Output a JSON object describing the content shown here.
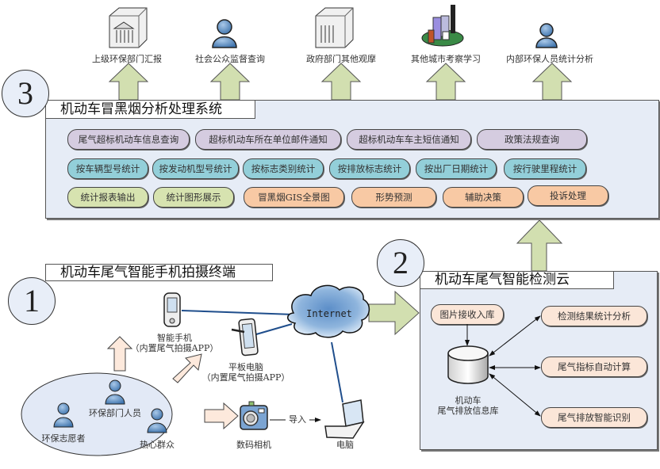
{
  "outputs": [
    {
      "label": "上级环保部门汇报",
      "icon": "government-building-icon"
    },
    {
      "label": "社会公众监督查询",
      "icon": "person-icon"
    },
    {
      "label": "政府部门其他观摩",
      "icon": "government-building-icon"
    },
    {
      "label": "其他城市考察学习",
      "icon": "city-buildings-icon"
    },
    {
      "label": "内部环保人员统计分析",
      "icon": "person-icon"
    }
  ],
  "system3": {
    "number": "3",
    "title": "机动车冒黑烟分析处理系统",
    "row1": [
      "尾气超标机动车信息查询",
      "超标机动车所在单位邮件通知",
      "超标机动车车主短信通知",
      "政策法规查询"
    ],
    "row2": [
      "按车辆型号统计",
      "按发动机型号统计",
      "按标志类别统计",
      "按排放标志统计",
      "按出厂日期统计",
      "按行驶里程统计"
    ],
    "row3": [
      "统计报表输出",
      "统计图形展示",
      "冒黑烟GIS全景图",
      "形势预测",
      "辅助决策",
      "投诉处理"
    ]
  },
  "terminal1": {
    "number": "1",
    "title": "机动车尾气智能手机拍摄终端",
    "smartphone": {
      "line1": "智能手机",
      "line2": "（内置尾气拍摄APP）"
    },
    "tablet": {
      "line1": "平板电脑",
      "line2": "（内置尾气拍摄APP）"
    },
    "camera": "数码相机",
    "computer": "电脑",
    "import_label": "导入",
    "internet": "Internet",
    "people": [
      "环保部门人员",
      "环保志愿者",
      "热心群众"
    ]
  },
  "cloud2": {
    "number": "2",
    "title": "机动车尾气智能检测云",
    "image_intake": "图片接收入库",
    "database": {
      "line1": "机动车",
      "line2": "尾气排放信息库"
    },
    "functions": [
      "检测结果统计分析",
      "尾气指标自动计算",
      "尾气排放智能识别"
    ]
  },
  "colors": {
    "panel_bg": "#e6ecf6",
    "arrow_green": "#d2dfb0",
    "arrow_peach": "#fde9dc",
    "purple_pill": "#d5cce0",
    "teal_pill": "#93cfd9",
    "green_pill": "#d7e3b0",
    "orange_pill": "#f8c9a4",
    "link_line": "#1f4e8c"
  }
}
